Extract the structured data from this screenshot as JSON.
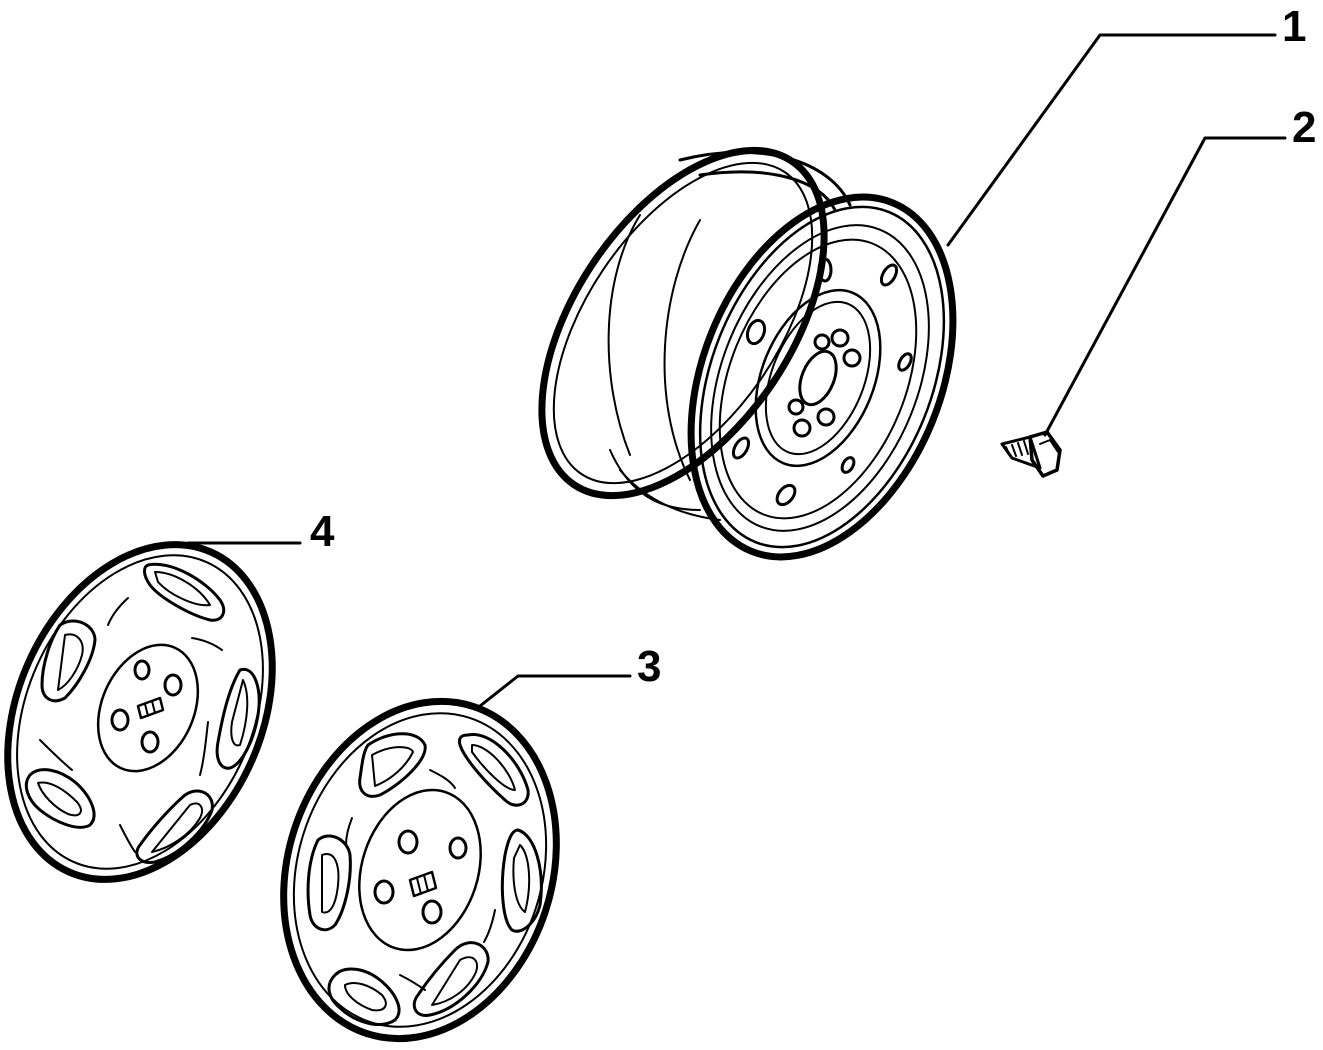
{
  "callouts": [
    {
      "id": "1",
      "text": "1"
    },
    {
      "id": "2",
      "text": "2"
    },
    {
      "id": "3",
      "text": "3"
    },
    {
      "id": "4",
      "text": "4"
    }
  ],
  "colors": {
    "ink": "#000000",
    "paper": "#ffffff"
  },
  "parts": [
    {
      "ref": "1",
      "icon": "steel-wheel-rim-icon"
    },
    {
      "ref": "2",
      "icon": "wheel-bolt-icon"
    },
    {
      "ref": "3",
      "icon": "hubcap-icon"
    },
    {
      "ref": "4",
      "icon": "hubcap-icon"
    }
  ]
}
